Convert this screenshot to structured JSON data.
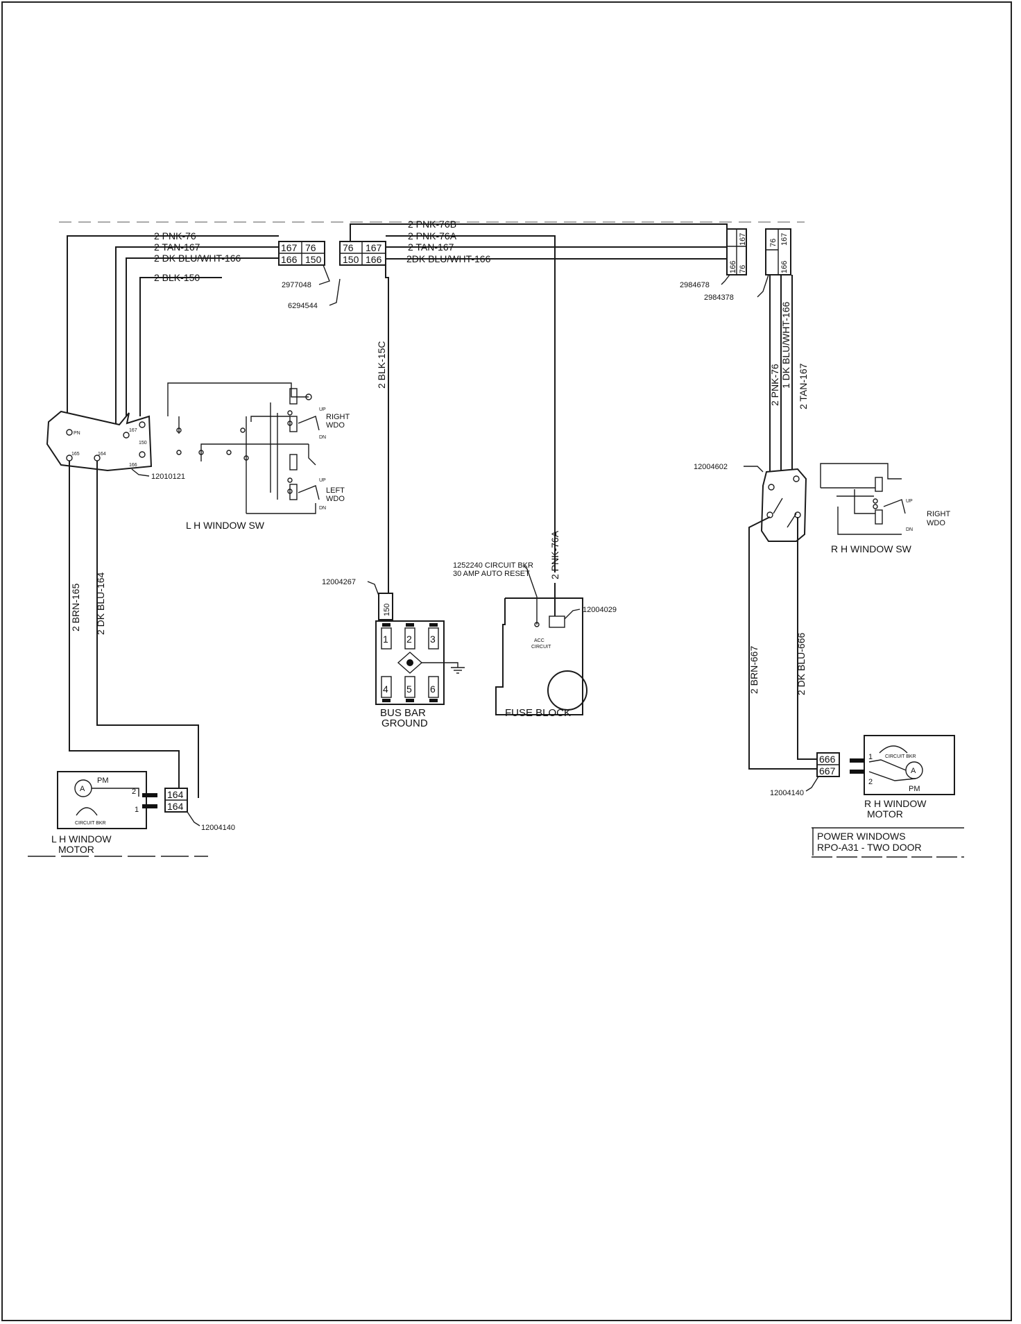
{
  "wires": {
    "top_left": [
      "2 PNK-76",
      "2 TAN-167",
      "2 DK BLU/WHT-166",
      "2 BLK-150"
    ],
    "top_mid": [
      "2 PNK-76B",
      "2 PNK-76A",
      "2 TAN-167",
      "2DK BLU/WHT-166"
    ],
    "blk_150c": "2 BLK-15C",
    "pnk_76a": "2 PNK-76A",
    "lh_brn": "2 BRN-165",
    "lh_blu": "2 DK BLU-164",
    "rh_vert": [
      "2 PNK-76",
      "1 DK BLU/WHT-166",
      "2 TAN-167"
    ],
    "rh_brn": "2 BRN-667",
    "rh_blu": "2 DK BLU-666"
  },
  "connectors": {
    "c1_top": [
      "167",
      "76"
    ],
    "c1_bot": [
      "166",
      "150"
    ],
    "c2_top": [
      "76",
      "167"
    ],
    "c2_bot": [
      "150",
      "166"
    ],
    "c3": [
      "166",
      "167",
      "76"
    ],
    "c4": [
      "76",
      "166",
      "167"
    ],
    "c_bus": "150",
    "c_lh": [
      "164",
      "164"
    ],
    "c_rh": [
      "666",
      "667"
    ]
  },
  "part_numbers": {
    "p2977048": "2977048",
    "p6294544": "6294544",
    "p2984678": "2984678",
    "p2984378": "2984378",
    "p12010121": "12010121",
    "p12004602": "12004602",
    "p12004267": "12004267",
    "p12004029": "12004029",
    "p12004140_lh": "12004140",
    "p12004140_rh": "12004140"
  },
  "components": {
    "lh_switch": "L H WINDOW SW",
    "rh_switch": "R H WINDOW SW",
    "right_wdo": [
      "RIGHT",
      "WDO"
    ],
    "left_wdo": [
      "LEFT",
      "WDO"
    ],
    "rh_right_wdo": [
      "RIGHT",
      "WDO"
    ],
    "bus_bar": [
      "BUS BAR",
      "GROUND"
    ],
    "bus_terminals": [
      "1",
      "2",
      "3",
      "4",
      "5",
      "6"
    ],
    "fuse_block": "FUSE BLOCK",
    "acc_circuit": [
      "ACC",
      "CIRCUIT"
    ],
    "circuit_bkr": [
      "1252240 CIRCUIT BKR",
      "30 AMP AUTO RESET"
    ],
    "lh_motor": [
      "L H WINDOW",
      "MOTOR"
    ],
    "rh_motor": [
      "R H WINDOW",
      "MOTOR"
    ],
    "motor_pm": "PM",
    "motor_a": "A",
    "motor_circuit_bkr": "CIRCUIT BKR",
    "motor_pins": [
      "2",
      "1"
    ],
    "rh_motor_pins": [
      "1",
      "2"
    ]
  },
  "title_block": [
    "POWER WINDOWS",
    "RPO-A31 - TWO DOOR"
  ]
}
